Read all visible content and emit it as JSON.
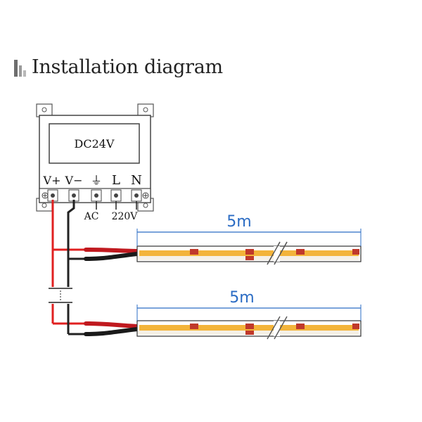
{
  "header": {
    "title": "Installation diagram"
  },
  "power_supply": {
    "voltage_label": "DC24V",
    "terminal_labels": [
      "V+",
      "V−",
      "⏚",
      "L",
      "N"
    ],
    "input_label_ac": "AC",
    "input_label_voltage": "220V"
  },
  "strips": [
    {
      "length_label": "5m"
    },
    {
      "length_label": "5m"
    }
  ],
  "colors": {
    "positive_wire": "#e02020",
    "negative_wire": "#222222",
    "strip_body": "#f3b43a",
    "strip_pad": "#c0392b",
    "dimension": "#2b6cc4"
  }
}
